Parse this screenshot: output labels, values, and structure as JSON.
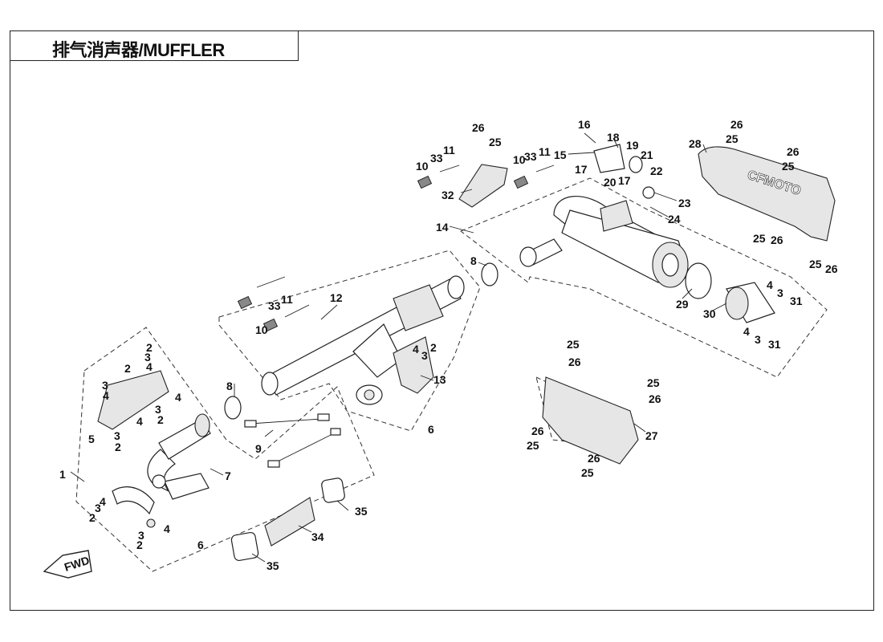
{
  "title": "排气消声器/MUFFLER",
  "fwd_label": "FWD",
  "callouts": [
    "1",
    "2",
    "3",
    "4",
    "5",
    "6",
    "7",
    "8",
    "9",
    "10",
    "11",
    "12",
    "13",
    "14",
    "15",
    "16",
    "17",
    "18",
    "19",
    "20",
    "21",
    "22",
    "23",
    "24",
    "25",
    "26",
    "27",
    "28",
    "29",
    "30",
    "31",
    "32",
    "33",
    "34",
    "35"
  ],
  "cover_text": "CFMOTO",
  "colors": {
    "line": "#222222",
    "fill": "#ffffff",
    "shade": "#e6e6e6"
  }
}
